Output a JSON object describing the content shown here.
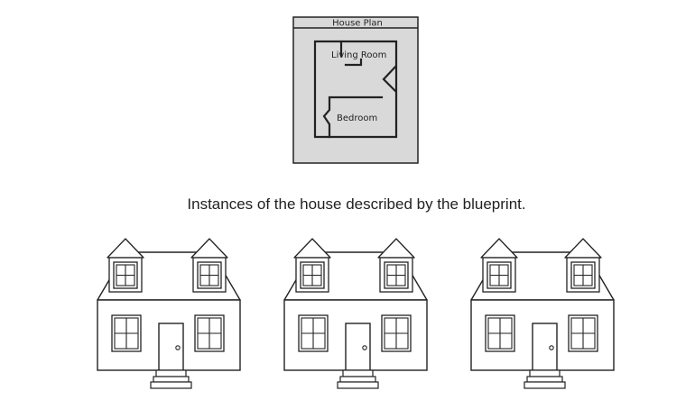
{
  "blueprint": {
    "title": "House Plan",
    "rooms": [
      "Living Room",
      "Bedroom"
    ]
  },
  "caption": "Instances of the house described by the blueprint.",
  "houses": [
    {
      "name": "house-instance-1"
    },
    {
      "name": "house-instance-2"
    },
    {
      "name": "house-instance-3"
    }
  ],
  "colors": {
    "plan_fill": "#d9d9d9",
    "line": "#222222",
    "background": "#ffffff"
  }
}
